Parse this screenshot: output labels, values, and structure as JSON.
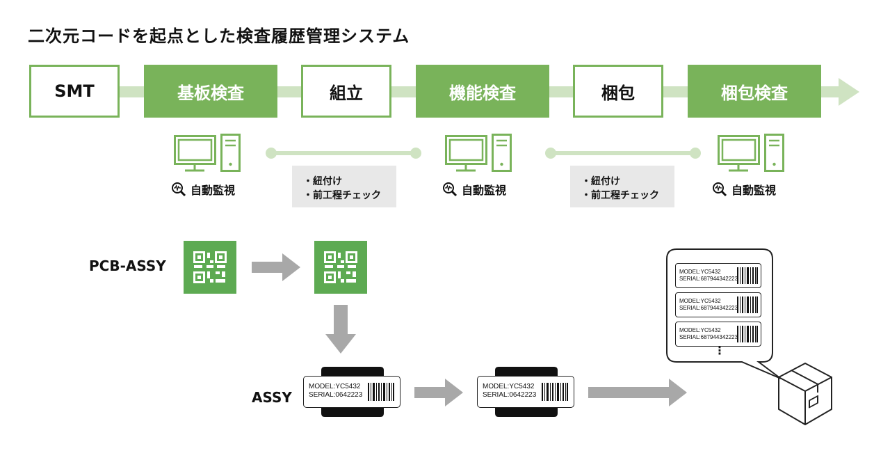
{
  "title": "二次元コードを起点とした検査履歴管理システム",
  "stages": [
    "SMT",
    "基板検査",
    "組立",
    "機能検査",
    "梱包",
    "梱包検査"
  ],
  "monitor_label": "自動監視",
  "notes": [
    {
      "line1": "・紐付け",
      "line2": "・前工程チェック"
    },
    {
      "line1": "・紐付け",
      "line2": "・前工程チェック"
    }
  ],
  "rows": {
    "pcb_label": "PCB-ASSY",
    "assy_label": "ASSY"
  },
  "device_label": {
    "model": "MODEL:YC5432",
    "serial": "SERIAL:0642223"
  },
  "box_label": {
    "model": "MODEL:YC5432",
    "serial": "SERIAL:687944342223"
  },
  "ellipsis": "⋮",
  "colors": {
    "green": "#79b35a",
    "light_green": "#cfe3c2",
    "gray_arrow": "#a8a8a8",
    "note_bg": "#e8e8e8"
  }
}
